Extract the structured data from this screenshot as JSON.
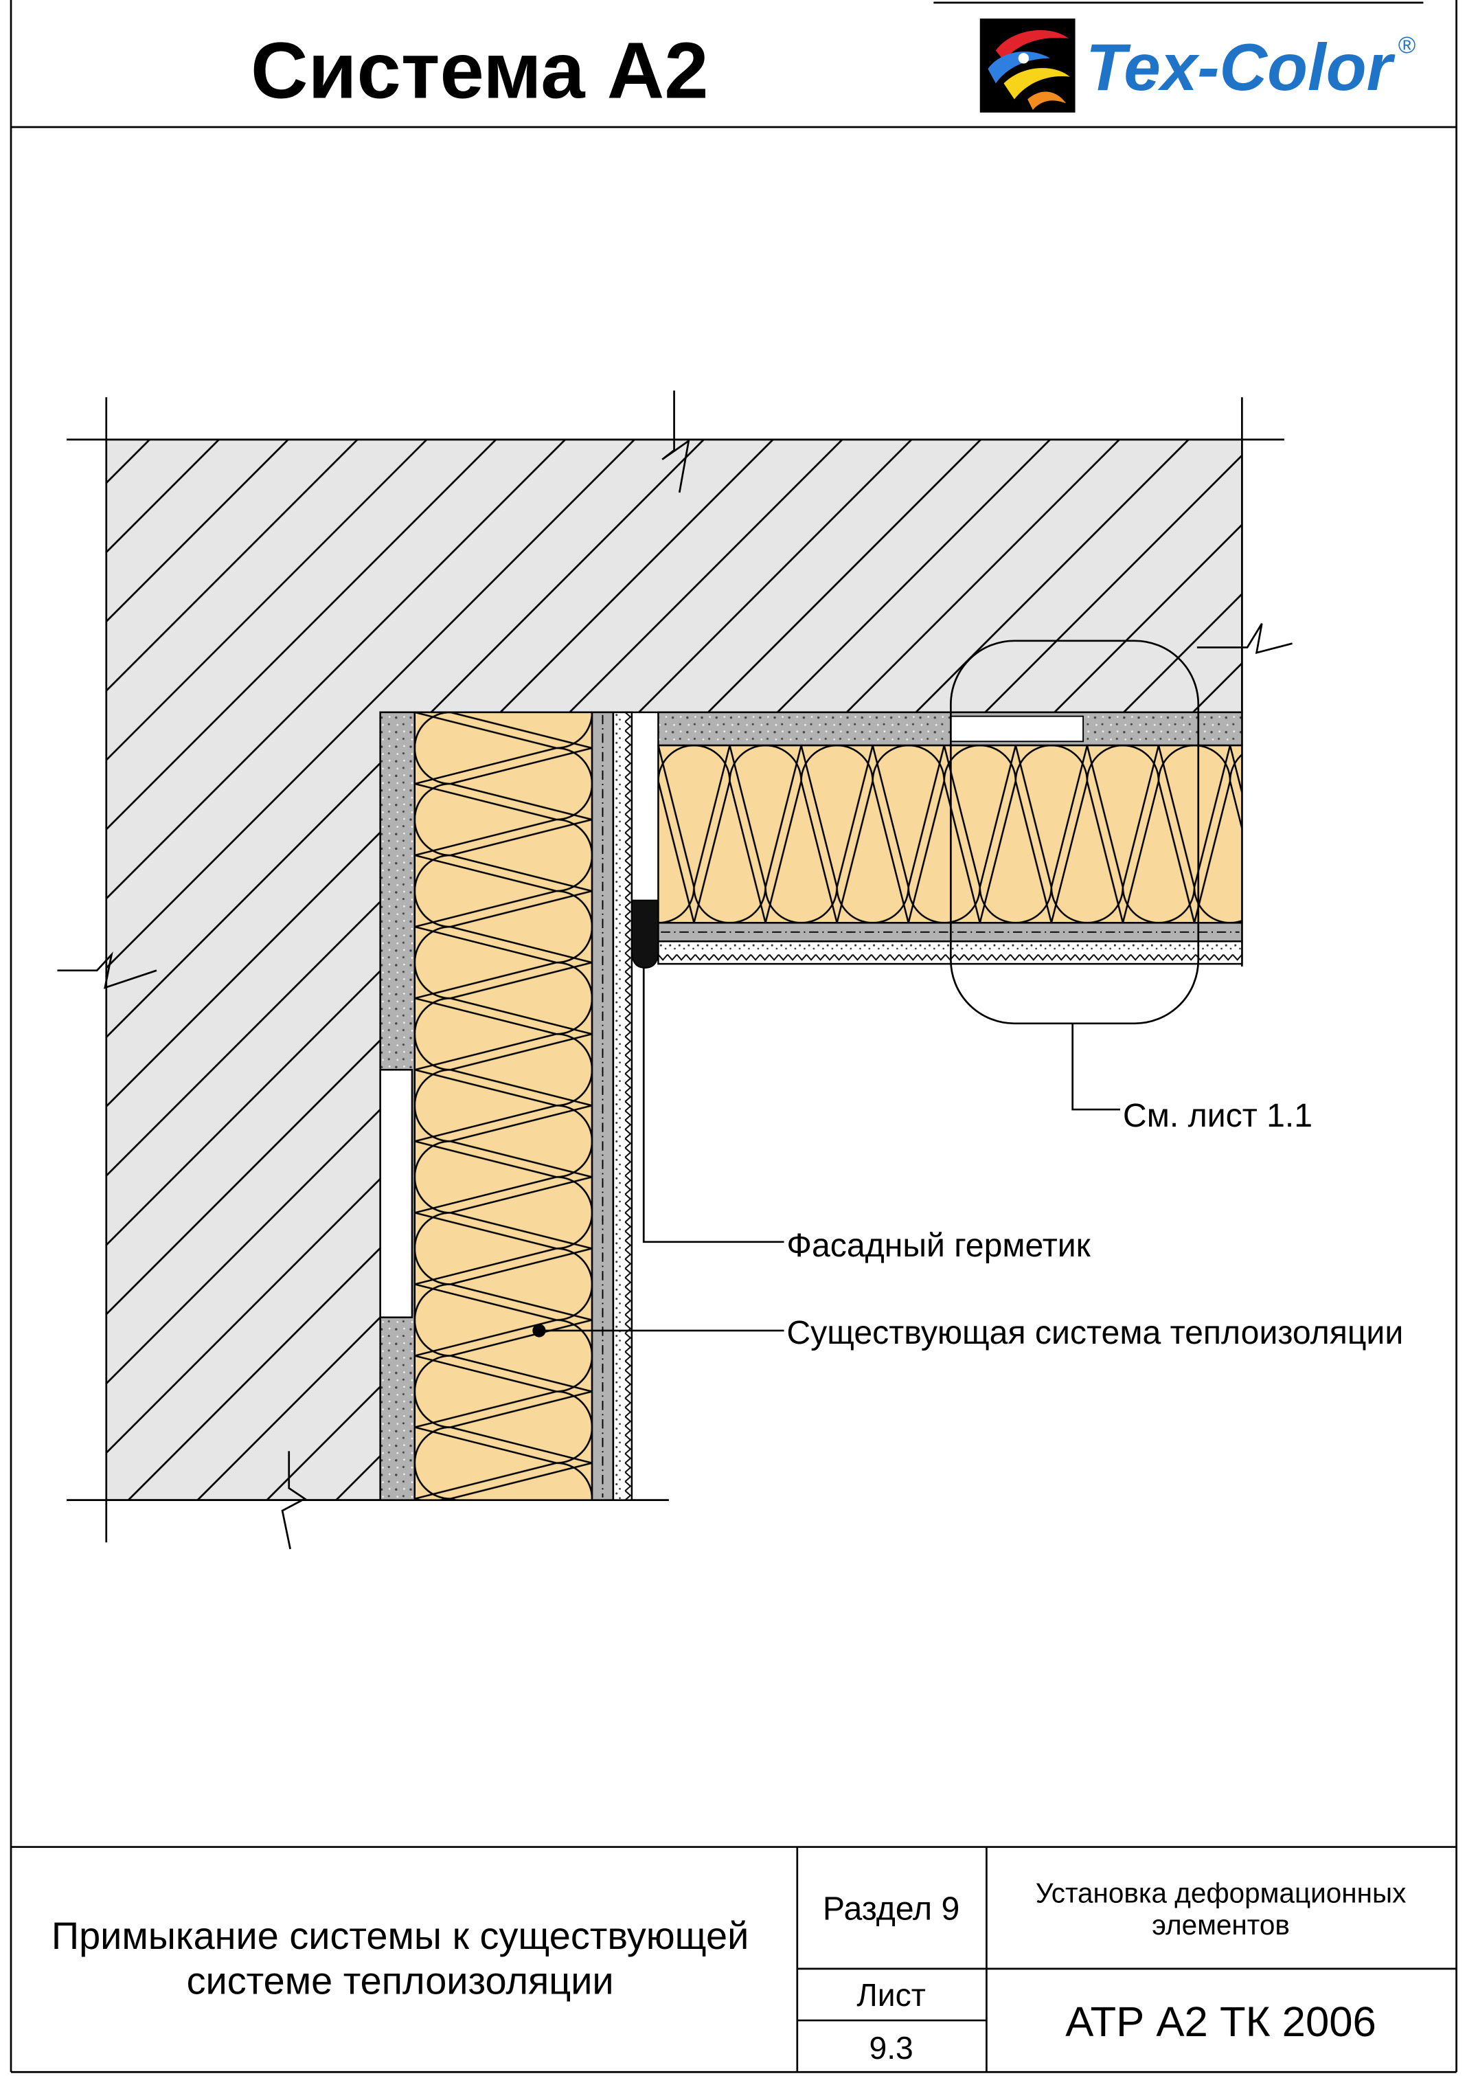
{
  "header": {
    "title": "Система А2",
    "logo": {
      "name": "Tex-Color",
      "registered_mark": "®"
    }
  },
  "drawing": {
    "callouts": {
      "detail_reference": "См. лист 1.1",
      "facade_sealant": "Фасадный герметик",
      "existing_system": "Существующая система теплоизоляции"
    }
  },
  "title_block": {
    "description_lines": [
      "Примыкание системы к существующей",
      "системе теплоизоляции"
    ],
    "section": "Раздел 9",
    "section_title_lines": [
      "Установка деформационных",
      "элементов"
    ],
    "sheet_label": "Лист",
    "sheet_number": "9.3",
    "document_code": "АТР А2 ТК 2006"
  },
  "colors": {
    "concrete": "#E6E6E6",
    "insulation": "#F9D89C",
    "layer_grey": "#B2B2B2",
    "sealant": "#111111",
    "brand_blue": "#1F74C8"
  }
}
